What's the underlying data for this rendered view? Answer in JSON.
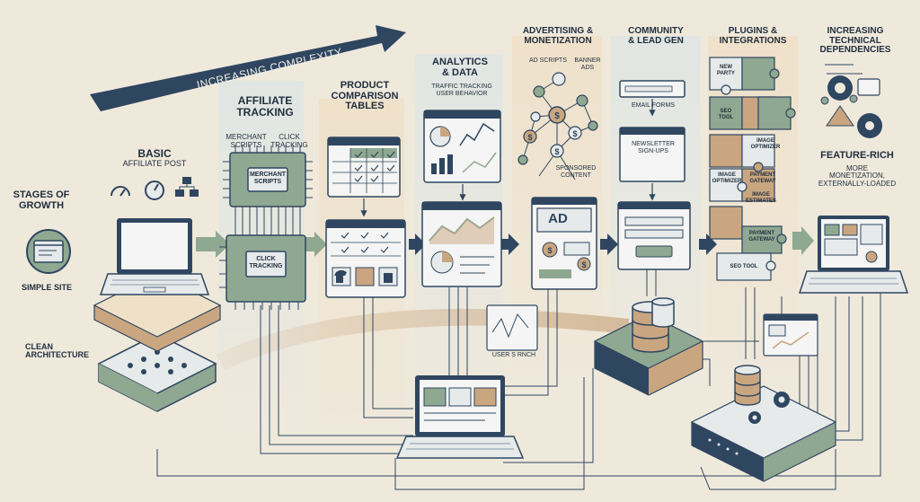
{
  "colors": {
    "background": "#efe9dc",
    "navy": "#2f4660",
    "sage": "#8fa891",
    "tan": "#c9a680",
    "pale": "#e6eaea",
    "ink": "#1f2d3d"
  },
  "banner": {
    "label": "INCREASING COMPLEXITY"
  },
  "stages": {
    "growth": [
      "STAGES OF",
      "GROWTH"
    ],
    "simple": "SIMPLE SITE",
    "clean": [
      "CLEAN",
      "ARCHITECTURE"
    ],
    "basic": [
      "BASIC",
      "AFFILIATE POST"
    ],
    "affiliate": [
      "AFFILIATE",
      "TRACKING"
    ],
    "comparison": [
      "PRODUCT",
      "COMPARISON",
      "TABLES"
    ],
    "analytics": [
      "ANALYTICS",
      "& DATA"
    ],
    "advertising": [
      "ADVERTISING &",
      "MONETIZATION"
    ],
    "community": [
      "COMMUNITY",
      "& LEAD GEN"
    ],
    "plugins": [
      "PLUGINS &",
      "INTEGRATIONS"
    ],
    "dependencies": [
      "INCREASING",
      "TECHNICAL",
      "DEPENDENCIES"
    ],
    "feature_title": "FEATURE-RICH",
    "feature_sub": [
      "MORE",
      "MONETIZATION,",
      "EXTERNALLY-LOADED"
    ]
  },
  "labels": {
    "merchant_scripts_top": [
      "MERCHANT",
      "SCRIPTS"
    ],
    "click_tracking_top": [
      "CLICK",
      "TRACKING"
    ],
    "merchant_chip": [
      "MERCHANT",
      "SCRIPTS"
    ],
    "click_chip": [
      "CLICK",
      "TRACKING"
    ],
    "traffic": [
      "TRAFFIC TRACKING",
      "USER BEHAVIOR"
    ],
    "ad_scripts": "AD SCRIPTS",
    "banner_ads": [
      "BANNER",
      "ADS"
    ],
    "sponsored": [
      "SPONSORED",
      "CONTENT"
    ],
    "ad": "AD",
    "email_forms": "EMAIL FORMS",
    "newsletter": [
      "NEWSLETTER",
      "SIGN-UPS"
    ],
    "user_search": "USER S RNCH",
    "puzzle": {
      "new_party": [
        "NEW",
        "PARTY"
      ],
      "seo_tool": [
        "SEO",
        "TOOL"
      ],
      "image_optimizer": [
        "IMAGE",
        "OPTIMIZER"
      ],
      "image_optimizer_2": [
        "IMAGE",
        "OPTIMIZER"
      ],
      "payment_gateway": [
        "PAYMENT",
        "GATEWAY"
      ],
      "image_estimates": [
        "IMAGE",
        "ESTIMATES"
      ],
      "payment_gateway_2": [
        "PAYMENT",
        "GATEWAY"
      ],
      "seo_tool_2": "SEO TOOL"
    }
  }
}
